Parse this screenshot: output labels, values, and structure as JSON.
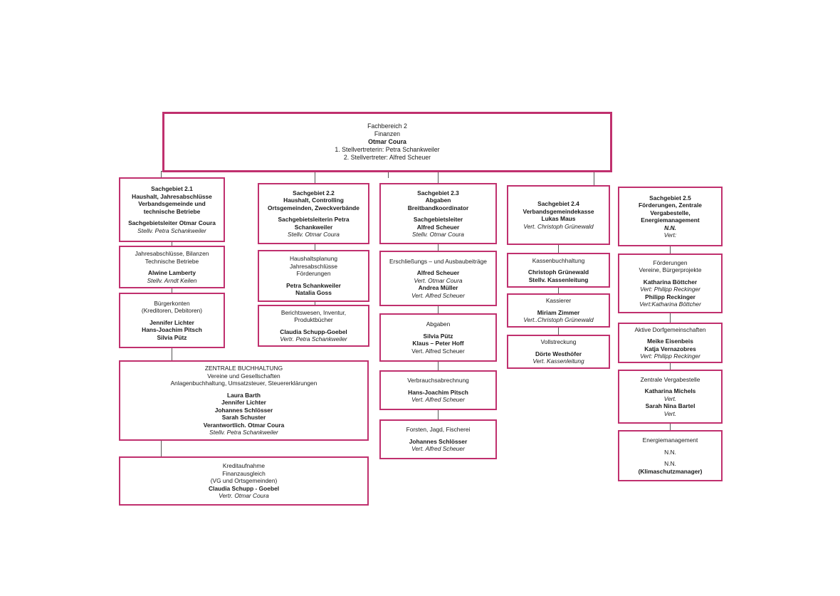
{
  "colors": {
    "border": "#c0306e",
    "connector": "#555555"
  },
  "boxes": [
    {
      "id": "fb2",
      "top": true,
      "lines": [
        {
          "t": "Fachbereich 2"
        },
        {
          "t": "Finanzen"
        },
        {
          "t": "Otmar Coura",
          "s": "b"
        },
        {
          "t": "1. Stellvertreterin: Petra Schankweiler"
        },
        {
          "t": "2. Stellvertreter:  Alfred Scheuer"
        }
      ]
    },
    {
      "id": "sg21",
      "lines": [
        {
          "t": "Sachgebiet 2.1",
          "s": "b"
        },
        {
          "t": "Haushalt, Jahresabschlüsse",
          "s": "b"
        },
        {
          "t": "Verbandsgemeinde und",
          "s": "b"
        },
        {
          "t": "technische Betriebe",
          "s": "b"
        },
        {
          "sp": true
        },
        {
          "t": "Sachgebietsleiter Otmar Coura",
          "s": "b"
        },
        {
          "t": "Stellv. Petra Schankweiler",
          "s": "i"
        }
      ]
    },
    {
      "id": "jahresabschluesse",
      "lines": [
        {
          "t": "Jahresabschlüsse, Bilanzen"
        },
        {
          "t": "Technische Betriebe"
        },
        {
          "sp": true
        },
        {
          "t": "Alwine Lamberty",
          "s": "b"
        },
        {
          "t": "Stellv. Arndt Keilen",
          "s": "i"
        }
      ]
    },
    {
      "id": "buergerkonten",
      "lines": [
        {
          "t": "Bürgerkonten"
        },
        {
          "t": "(Kreditoren, Debitoren)"
        },
        {
          "sp": true
        },
        {
          "t": "Jennifer Lichter",
          "s": "b"
        },
        {
          "t": "Hans-Joachim Pitsch",
          "s": "b"
        },
        {
          "t": "Silvia Pütz",
          "s": "b"
        }
      ]
    },
    {
      "id": "zentrale-buchhaltung",
      "lines": [
        {
          "t": "ZENTRALE BUCHHALTUNG"
        },
        {
          "t": "Vereine und Gesellschaften"
        },
        {
          "t": "Anlagenbuchhaltung, Umsatzsteuer, Steuererklärungen"
        },
        {
          "sp": true
        },
        {
          "t": "Laura Barth",
          "s": "b"
        },
        {
          "t": "Jennifer Lichter",
          "s": "b"
        },
        {
          "t": "Johannes Schlösser",
          "s": "b"
        },
        {
          "t": "Sarah Schuster",
          "s": "b"
        },
        {
          "t": "Verantwortlich. Otmar Coura",
          "s": "b"
        },
        {
          "t": "Stellv. Petra Schankweiler",
          "s": "i"
        }
      ]
    },
    {
      "id": "kreditaufnahme",
      "lines": [
        {
          "t": "Kreditaufnahme"
        },
        {
          "t": "Finanzausgleich"
        },
        {
          "t": "(VG und Ortsgemeinden)"
        },
        {
          "t": "Claudia Schupp - Goebel",
          "s": "b"
        },
        {
          "t": "Vertr. Otmar Coura",
          "s": "i"
        }
      ]
    },
    {
      "id": "sg22",
      "lines": [
        {
          "t": "Sachgebiet 2.2",
          "s": "b"
        },
        {
          "t": "Haushalt, Controlling",
          "s": "b"
        },
        {
          "t": "Ortsgemeinden, Zweckverbände",
          "s": "b"
        },
        {
          "sp": true
        },
        {
          "t": "Sachgebietsleiterin Petra",
          "s": "b"
        },
        {
          "t": "Schankweiler",
          "s": "b"
        },
        {
          "t": "Stellv. Otmar Coura",
          "s": "i"
        }
      ]
    },
    {
      "id": "haushaltsplanung",
      "lines": [
        {
          "t": "Haushaltsplanung"
        },
        {
          "t": "Jahresabschlüsse"
        },
        {
          "t": "Förderungen"
        },
        {
          "sp": true
        },
        {
          "t": "Petra Schankweiler",
          "s": "b"
        },
        {
          "t": "Natalia Goss",
          "s": "b"
        }
      ]
    },
    {
      "id": "berichtswesen",
      "lines": [
        {
          "t": "Berichtswesen, Inventur,"
        },
        {
          "t": "Produktbücher"
        },
        {
          "sp": true
        },
        {
          "t": "Claudia Schupp-Goebel",
          "s": "b"
        },
        {
          "t": "Vertr. Petra Schankweiler",
          "s": "i"
        }
      ]
    },
    {
      "id": "sg23",
      "lines": [
        {
          "t": "Sachgebiet 2.3",
          "s": "b"
        },
        {
          "t": "Abgaben",
          "s": "b"
        },
        {
          "t": "Breitbandkoordinator",
          "s": "b"
        },
        {
          "sp": true
        },
        {
          "t": "Sachgebietsleiter",
          "s": "b"
        },
        {
          "t": "Alfred Scheuer",
          "s": "b"
        },
        {
          "t": "Stellv. Otmar Coura",
          "s": "i"
        }
      ]
    },
    {
      "id": "erschliessung",
      "lines": [
        {
          "t": "Erschließungs – und Ausbaubeiträge"
        },
        {
          "sp": true
        },
        {
          "t": "Alfred Scheuer",
          "s": "b"
        },
        {
          "t": "Vert. Otmar Coura",
          "s": "i"
        },
        {
          "t": "Andrea Müller",
          "s": "b"
        },
        {
          "t": "Vert. Alfred Scheuer",
          "s": "i"
        }
      ]
    },
    {
      "id": "abgaben",
      "lines": [
        {
          "t": "Abgaben"
        },
        {
          "sp": true
        },
        {
          "t": "Silvia Pütz",
          "s": "b"
        },
        {
          "t": "Klaus – Peter Hoff",
          "s": "b"
        },
        {
          "t": "Vert. Alfred Scheuer"
        }
      ]
    },
    {
      "id": "verbrauchsabrechnung",
      "lines": [
        {
          "t": "Verbrauchsabrechnung"
        },
        {
          "sp": true
        },
        {
          "t": "Hans-Joachim Pitsch",
          "s": "b"
        },
        {
          "t": "Vert. Alfred Scheuer",
          "s": "i"
        }
      ]
    },
    {
      "id": "forsten",
      "lines": [
        {
          "t": "Forsten, Jagd, Fischerei"
        },
        {
          "sp": true
        },
        {
          "t": "Johannes Schlösser",
          "s": "b"
        },
        {
          "t": "Vert. Alfred Scheuer",
          "s": "i"
        }
      ]
    },
    {
      "id": "sg24",
      "lines": [
        {
          "t": "Sachgebiet 2.4",
          "s": "b"
        },
        {
          "t": "Verbandsgemeindekasse",
          "s": "b"
        },
        {
          "t": "Lukas Maus",
          "s": "b"
        },
        {
          "t": "Vert. Christoph Grünewald",
          "s": "i"
        }
      ]
    },
    {
      "id": "kassenbuchhaltung",
      "lines": [
        {
          "t": "Kassenbuchhaltung"
        },
        {
          "sp": true
        },
        {
          "t": "Christoph Grünewald",
          "s": "b"
        },
        {
          "t": "Stellv. Kassenleitung",
          "s": "b"
        }
      ]
    },
    {
      "id": "kassierer",
      "lines": [
        {
          "t": "Kassierer"
        },
        {
          "sp": true
        },
        {
          "t": "Miriam Zimmer",
          "s": "b"
        },
        {
          "t": "Vert..Christoph Grünewald",
          "s": "i"
        }
      ]
    },
    {
      "id": "vollstreckung",
      "lines": [
        {
          "t": "Vollstreckung"
        },
        {
          "sp": true
        },
        {
          "t": "Dörte Westhöfer",
          "s": "b"
        },
        {
          "t": "Vert. Kassenleitung",
          "s": "i"
        }
      ]
    },
    {
      "id": "sg25",
      "lines": [
        {
          "t": "Sachgebiet 2.5",
          "s": "b"
        },
        {
          "t": "Förderungen, Zentrale",
          "s": "b"
        },
        {
          "t": "Vergabestelle,",
          "s": "b"
        },
        {
          "t": "Energiemanagement",
          "s": "b"
        },
        {
          "t": "N.N.",
          "s": "bi"
        },
        {
          "t": "Vert:",
          "s": "i"
        }
      ]
    },
    {
      "id": "foerderungen",
      "lines": [
        {
          "t": "Förderungen"
        },
        {
          "t": "Vereine, Bürgerprojekte"
        },
        {
          "sp": true
        },
        {
          "t": "Katharina Böttcher",
          "s": "b"
        },
        {
          "t": "Vert: Philipp Reckinger",
          "s": "i"
        },
        {
          "t": "Philipp Reckinger",
          "s": "b"
        },
        {
          "t": "Vert:Katharina Böttcher",
          "s": "i"
        }
      ]
    },
    {
      "id": "dorfgemeinschaften",
      "lines": [
        {
          "t": "Aktive Dorfgemeinschaften"
        },
        {
          "sp": true
        },
        {
          "t": "Meike Eisenbeis",
          "s": "b"
        },
        {
          "t": "Katja Vernazobres",
          "s": "b"
        },
        {
          "t": "Vert: Philipp Reckinger",
          "s": "i"
        }
      ]
    },
    {
      "id": "vergabestelle",
      "lines": [
        {
          "t": "Zentrale Vergabestelle"
        },
        {
          "sp": true
        },
        {
          "t": "Katharina Michels",
          "s": "b"
        },
        {
          "t": "Vert.",
          "s": "i"
        },
        {
          "t": "Sarah Nina Bartel",
          "s": "b"
        },
        {
          "t": "Vert.",
          "s": "i"
        }
      ]
    },
    {
      "id": "energiemanagement",
      "lines": [
        {
          "t": "Energiemanagement"
        },
        {
          "sp": true
        },
        {
          "t": "N.N."
        },
        {
          "sp": true
        },
        {
          "t": "N.N."
        },
        {
          "t": "(Klimaschutzmanager)",
          "s": "b"
        }
      ]
    }
  ]
}
